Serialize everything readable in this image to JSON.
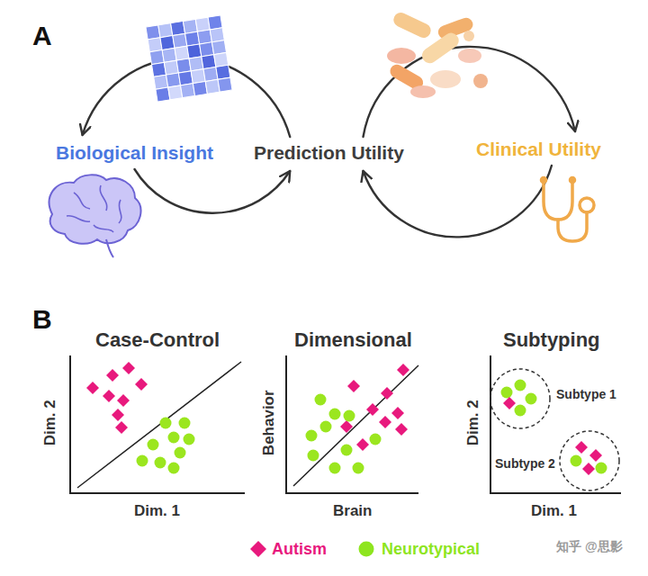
{
  "diagram": {
    "nodes": [
      {
        "text": [
          "Biological Insight"
        ]
      },
      {
        "text": [
          "Prediction Utility"
        ]
      },
      {
        "text": [
          "Clinical Utility"
        ]
      }
    ],
    "edges": [
      {
        "from": 1,
        "to": 0,
        "arrow": "to"
      },
      {
        "from": 0,
        "to": 1,
        "arrow": "to"
      },
      {
        "from": 1,
        "to": 2,
        "arrow": "to"
      },
      {
        "from": 2,
        "to": 1,
        "arrow": "to"
      }
    ],
    "labels": [
      "A",
      "B",
      "Case-Control",
      "Dim. 2",
      "Dim. 1",
      "Dimensional",
      "Behavior",
      "Brain",
      "Subtyping",
      "Dim. 2",
      "Dim. 1",
      "Subtype 1",
      "Subtype 2",
      "知乎 @思影"
    ],
    "legend": [
      {
        "text": "Autism",
        "color": "#e8197d"
      },
      {
        "text": "Neurotypical",
        "color": "#8ee51f"
      }
    ]
  }
}
